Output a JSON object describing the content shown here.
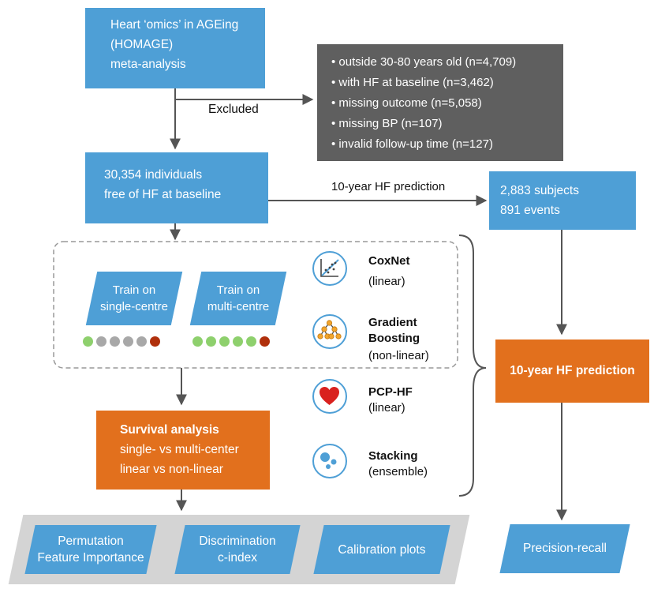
{
  "homage_box": {
    "line1": "Heart ‘omics’ in AGEing",
    "line2": "(HOMAGE)",
    "line3": "meta-analysis"
  },
  "excluded_label": "Excluded",
  "exclusions": [
    "outside 30-80 years old (n=4,709)",
    "with HF at baseline (n=3,462)",
    "missing outcome (n=5,058)",
    "missing BP (n=107)",
    "invalid follow-up time (n=127)"
  ],
  "cohort_box": {
    "line1": "30,354 individuals",
    "line2": "free of HF at baseline"
  },
  "prediction_arrow_label": "10-year HF prediction",
  "subjects_box": {
    "line1": "2,883 subjects",
    "line2": "891 events"
  },
  "train_single": {
    "line1": "Train on",
    "line2": "single-centre"
  },
  "train_multi": {
    "line1": "Train on",
    "line2": "multi-centre"
  },
  "dots_single": [
    "#8ed06d",
    "#a8a8a8",
    "#a8a8a8",
    "#a8a8a8",
    "#a8a8a8",
    "#b0300c"
  ],
  "dots_multi": [
    "#8ed06d",
    "#8ed06d",
    "#8ed06d",
    "#8ed06d",
    "#8ed06d",
    "#b0300c"
  ],
  "models": [
    {
      "name": "CoxNet",
      "type": "(linear)",
      "icon": "scatter-plot-icon"
    },
    {
      "name": "Gradient",
      "name2": "Boosting",
      "type": "(non-linear)",
      "icon": "tree-icon"
    },
    {
      "name": "PCP-HF",
      "type": "(linear)",
      "icon": "heart-icon"
    },
    {
      "name": "Stacking",
      "type": "(ensemble)",
      "icon": "bubbles-icon"
    }
  ],
  "survival_box": {
    "title": "Survival analysis",
    "line2": "single- vs multi-center",
    "line3": "linear vs non-linear"
  },
  "hf_prediction_box": "10-year HF prediction",
  "outputs": [
    {
      "line1": "Permutation",
      "line2": "Feature Importance"
    },
    {
      "line1": "Discrimination",
      "line2": "c-index"
    },
    {
      "line1": "Calibration plots",
      "line2": ""
    }
  ],
  "precision_recall": "Precision-recall",
  "colors": {
    "blue": "#4e9fd6",
    "orange": "#e2701d",
    "dark_grey": "#5f5f5f",
    "panel_grey": "#d4d4d4",
    "heart_red": "#d9211e",
    "node_orange": "#f2a52d"
  }
}
